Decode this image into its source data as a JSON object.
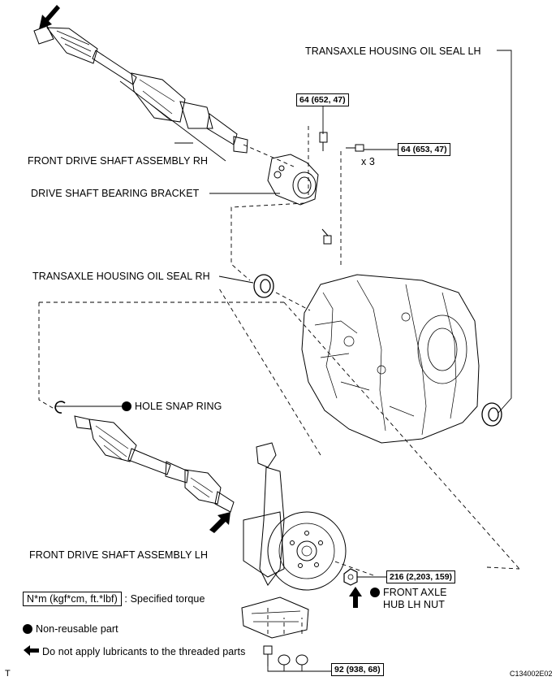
{
  "labels": {
    "oil_seal_lh": "TRANSAXLE HOUSING OIL SEAL LH",
    "drive_shaft_rh": "FRONT DRIVE SHAFT ASSEMBLY RH",
    "bearing_bracket": "DRIVE SHAFT BEARING BRACKET",
    "oil_seal_rh": "TRANSAXLE HOUSING OIL SEAL RH",
    "hole_snap_ring": "HOLE SNAP RING",
    "drive_shaft_lh": "FRONT DRIVE SHAFT ASSEMBLY LH",
    "hub_nut_line1": "FRONT AXLE",
    "hub_nut_line2": "HUB LH NUT",
    "qty": "x 3"
  },
  "torques": {
    "bracket_bolt_top": "64 (652, 47)",
    "bracket_bolt_side": "64 (653, 47)",
    "hub_nut": "216 (2,203, 159)",
    "lower_bolts": "92 (938, 68)"
  },
  "legend": {
    "torque_unit": "N*m (kgf*cm, ft.*lbf)",
    "torque_text": ": Specified torque",
    "non_reusable": "Non-reusable part",
    "no_lubricant": "Do not apply lubricants to the threaded parts"
  },
  "footer": {
    "left_mark": "T",
    "figure_code": "C134002E02"
  }
}
